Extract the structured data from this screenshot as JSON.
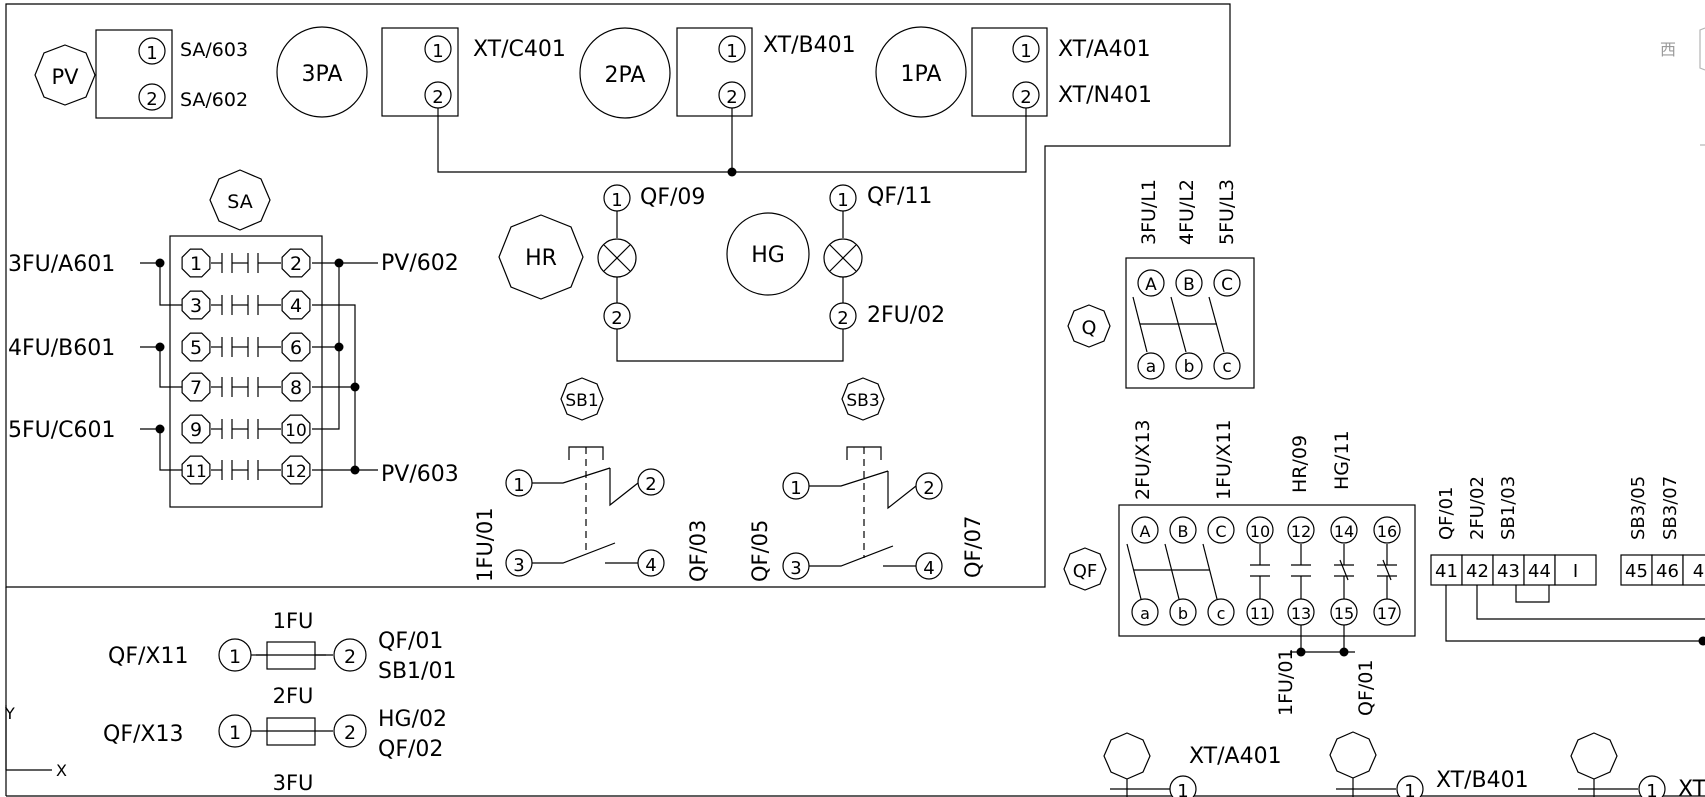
{
  "corner": {
    "label": "西"
  },
  "ucs": {
    "y": "Y",
    "x": "X"
  },
  "ammeters": {
    "pv": {
      "tag": "PV",
      "term1": "1",
      "term2": "2",
      "label1": "SA/603",
      "label2": "SA/602"
    },
    "pa3": {
      "tag": "3PA",
      "term1": "1",
      "term2": "2",
      "label1": "XT/C401"
    },
    "pa2": {
      "tag": "2PA",
      "term1": "1",
      "term2": "2",
      "label1": "XT/B401"
    },
    "pa1": {
      "tag": "1PA",
      "term1": "1",
      "term2": "2",
      "label1": "XT/A401",
      "label2": "XT/N401"
    }
  },
  "switch_sa": {
    "tag": "SA",
    "left_labels": [
      "3FU/A601",
      "4FU/B601",
      "5FU/C601"
    ],
    "right_labels": [
      "PV/602",
      "PV/603"
    ],
    "left_terms": [
      "1",
      "3",
      "5",
      "7",
      "9",
      "11"
    ],
    "right_terms": [
      "2",
      "4",
      "6",
      "8",
      "10",
      "12"
    ]
  },
  "lamps": {
    "hr": {
      "tag": "HR",
      "top_term": "1",
      "top_label": "QF/09",
      "bot_term": "2"
    },
    "hg": {
      "tag": "HG",
      "top_term": "1",
      "top_label": "QF/11",
      "bot_term": "2",
      "bot_label": "2FU/02"
    }
  },
  "buttons": {
    "sb1": {
      "tag": "SB1",
      "t1": "1",
      "t2": "2",
      "t3": "3",
      "t4": "4",
      "label_left": "1FU/01",
      "label_right": "QF/03"
    },
    "sb3": {
      "tag": "SB3",
      "t1": "1",
      "t2": "2",
      "t3": "3",
      "t4": "4",
      "label_left": "QF/05",
      "label_right": "QF/07"
    }
  },
  "isolator_q": {
    "tag": "Q",
    "top_labels": [
      "3FU/L1",
      "4FU/L2",
      "5FU/L3"
    ],
    "top_terms": [
      "A",
      "B",
      "C"
    ],
    "bot_terms": [
      "a",
      "b",
      "c"
    ]
  },
  "breaker_qf": {
    "tag": "QF",
    "top_labels": [
      "2FU/X13",
      "1FU/X11",
      "HR/09",
      "HG/11"
    ],
    "top_terms": [
      "A",
      "B",
      "C",
      "10",
      "12",
      "14",
      "16"
    ],
    "bot_terms": [
      "a",
      "b",
      "c",
      "11",
      "13",
      "15",
      "17"
    ],
    "bottom_labels": [
      "1FU/01",
      "QF/01"
    ]
  },
  "terminal_strip": {
    "top_labels": [
      "QF/01",
      "2FU/02",
      "SB1/03",
      "SB3/05",
      "SB3/07"
    ],
    "cells": [
      "41",
      "42",
      "43",
      "44",
      "I",
      "45",
      "46",
      "4"
    ]
  },
  "fuses": {
    "fu1": {
      "tag": "1FU",
      "left": "QF/X11",
      "t1": "1",
      "t2": "2",
      "right1": "QF/01",
      "right2": "SB1/01"
    },
    "fu2": {
      "tag": "2FU",
      "left": "QF/X13",
      "t1": "1",
      "t2": "2",
      "right1": "HG/02",
      "right2": "QF/02"
    },
    "fu3": {
      "tag": "3FU"
    }
  },
  "bottom_row": {
    "labels": [
      "XT/A401",
      "XT/B401",
      "XT"
    ],
    "terms": [
      "1",
      "1",
      "1"
    ]
  }
}
